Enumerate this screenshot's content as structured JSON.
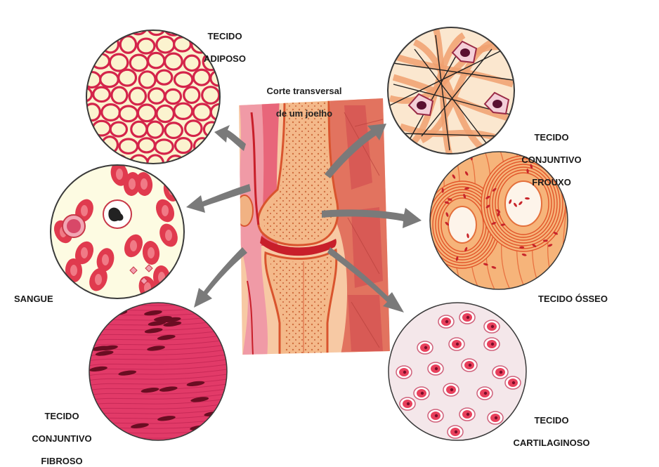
{
  "center": {
    "title_line1": "Corte transversal",
    "title_line2": "de um joelho"
  },
  "tissues": {
    "adiposo": {
      "line1": "TECIDO",
      "line2": "ADIPOSO"
    },
    "frouxo": {
      "line1": "TECIDO",
      "line2": "CONJUNTIVO",
      "line3": "FROUXO"
    },
    "sangue": {
      "line1": "SANGUE"
    },
    "osseo": {
      "line1": "TECIDO ÓSSEO"
    },
    "fibroso": {
      "line1": "TECIDO",
      "line2": "CONJUNTIVO",
      "line3": "FIBROSO"
    },
    "cartilaginoso": {
      "line1": "TECIDO",
      "line2": "CARTILAGINOSO"
    }
  },
  "colors": {
    "arrow": "#7a7a7a",
    "adipose_bg": "#fbf3cf",
    "adipose_cell": "#d4244a",
    "blood_bg": "#fdfbe2",
    "blood_cell": "#e03a4e",
    "bone_bg": "#f6b47a",
    "bone_line": "#e2552a",
    "fibrous_bg": "#e23a68",
    "cartilage_bg": "#f4e7ea",
    "loose_bg": "#fbe7cf",
    "knee_flesh": "#f5b48a",
    "knee_muscle": "#e06a62"
  }
}
